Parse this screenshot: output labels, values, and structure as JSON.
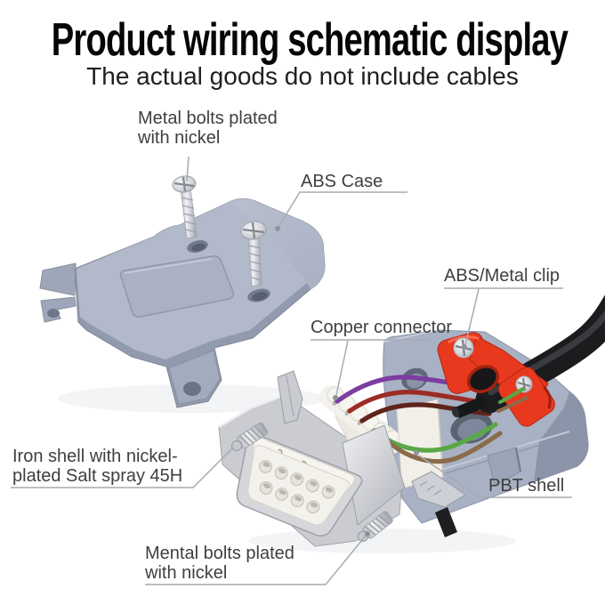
{
  "header": {
    "title": "Product wiring schematic display",
    "subtitle": "The actual goods do not include cables"
  },
  "labels": {
    "metal_bolts_top": {
      "line1": "Metal bolts plated",
      "line2": "with nickel"
    },
    "abs_case": {
      "text": "ABS Case"
    },
    "copper_connector": {
      "text": "Copper connector"
    },
    "abs_metal_clip": {
      "text": "ABS/Metal clip"
    },
    "iron_shell": {
      "line1": "Iron shell with nickel-",
      "line2": "plated Salt spray 45H"
    },
    "pbt_shell": {
      "text": "PBT shell"
    },
    "mental_bolts_bottom": {
      "line1": "Mental bolts plated",
      "line2": "with nickel"
    }
  },
  "colors": {
    "title_text": "#060606",
    "subtitle_text": "#1f1f1f",
    "label_text": "#3f3f3f",
    "leader_line": "#a6abb2",
    "case_gray_top": "#b2b9ca",
    "case_gray_side": "#929bae",
    "shell_blue_gray": "#a9b1c4",
    "clip_red": "#e8391f",
    "cable_black": "#1b1c1e",
    "wire_purple": "#7c3da0",
    "wire_dark_red": "#9c2c24",
    "wire_maroon": "#5f2419",
    "wire_green": "#58a846",
    "wire_brown": "#8a6b4a",
    "metal_silver": "#d6d7db",
    "insert_white": "#f3f1eb"
  }
}
